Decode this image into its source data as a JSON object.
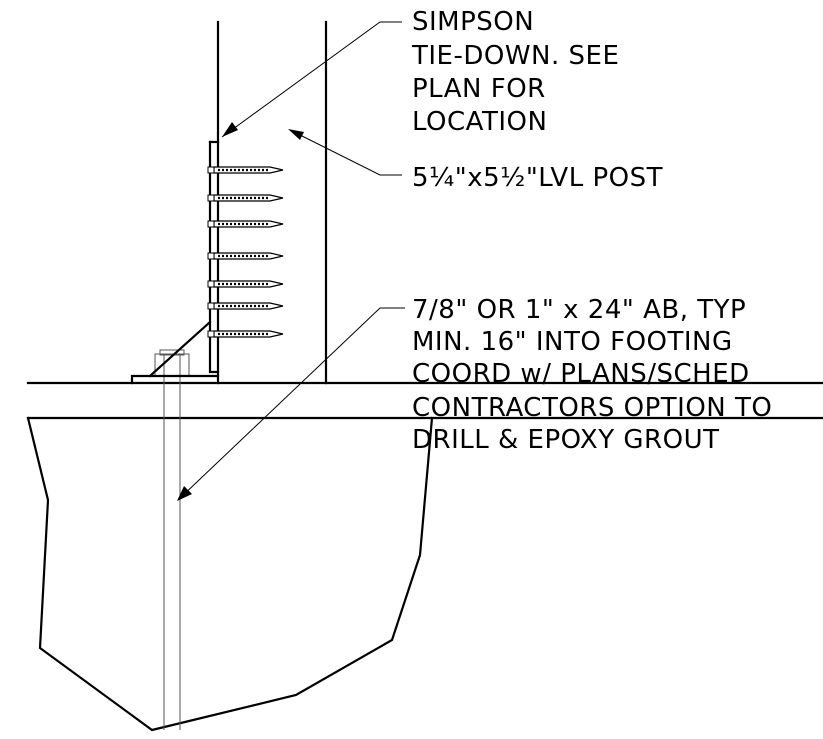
{
  "callouts": {
    "tiedown": {
      "lines": [
        "SIMPSON",
        "TIE-DOWN.  SEE",
        "PLAN FOR",
        "LOCATION"
      ]
    },
    "post": {
      "text": "5¼\"x5½\"LVL POST"
    },
    "anchor_bolt": {
      "lines": [
        "7/8\" OR 1\" x 24\" AB, TYP",
        "MIN. 16\" INTO FOOTING",
        "COORD w/ PLANS/SCHED",
        "CONTRACTORS OPTION TO",
        "DRILL & EPOXY GROUT"
      ]
    }
  },
  "screws": {
    "count": 7
  }
}
